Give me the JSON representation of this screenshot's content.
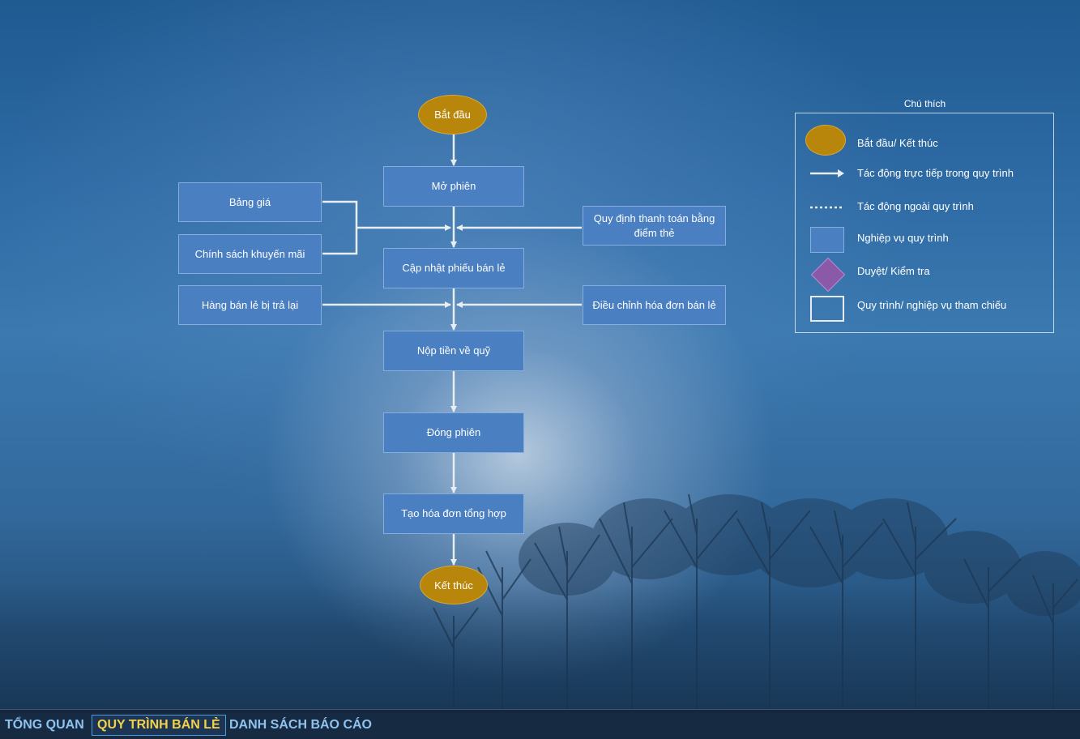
{
  "flowchart": {
    "start": "Bắt đầu",
    "end": "Kết thúc",
    "steps": {
      "open_session": "Mở phiên",
      "update_receipt": "Cập nhật phiếu bán lẻ",
      "deposit": "Nộp tiền về quỹ",
      "close_session": "Đóng phiên",
      "create_invoice": "Tạo hóa đơn tổng hợp"
    },
    "inputs": {
      "price_list": "Bảng giá",
      "promotion": "Chính sách khuyến mãi",
      "returned_goods": "Hàng bán lẻ bị trả lại",
      "point_payment": "Quy định thanh toán bằng điểm thẻ",
      "invoice_adjust": "Điều chỉnh hóa đơn bán lẻ"
    }
  },
  "legend": {
    "title": "Chú thích",
    "items": [
      {
        "label": "Bắt đầu/ Kết thúc",
        "icon": "oval-icon"
      },
      {
        "label": "Tác động trực tiếp trong quy trình",
        "icon": "solid-arrow-icon"
      },
      {
        "label": "Tác động ngoài quy trình",
        "icon": "dotted-line-icon"
      },
      {
        "label": "Nghiệp vụ quy trình",
        "icon": "process-rect-icon"
      },
      {
        "label": "Duyệt/ Kiểm tra",
        "icon": "diamond-icon"
      },
      {
        "label": "Quy trình/ nghiệp vụ tham chiếu",
        "icon": "reference-rect-icon"
      }
    ]
  },
  "colors": {
    "process": "#4a7fc1",
    "terminal": "#b8860b",
    "approval": "#8a5aa8",
    "active_tab": "#f2d24b",
    "tab": "#8fc3ee"
  },
  "tabs": [
    {
      "label": "TỔNG QUAN",
      "active": false
    },
    {
      "label": "QUY TRÌNH BÁN LẺ",
      "active": true
    },
    {
      "label": "DANH SÁCH BÁO CÁO",
      "active": false
    }
  ]
}
